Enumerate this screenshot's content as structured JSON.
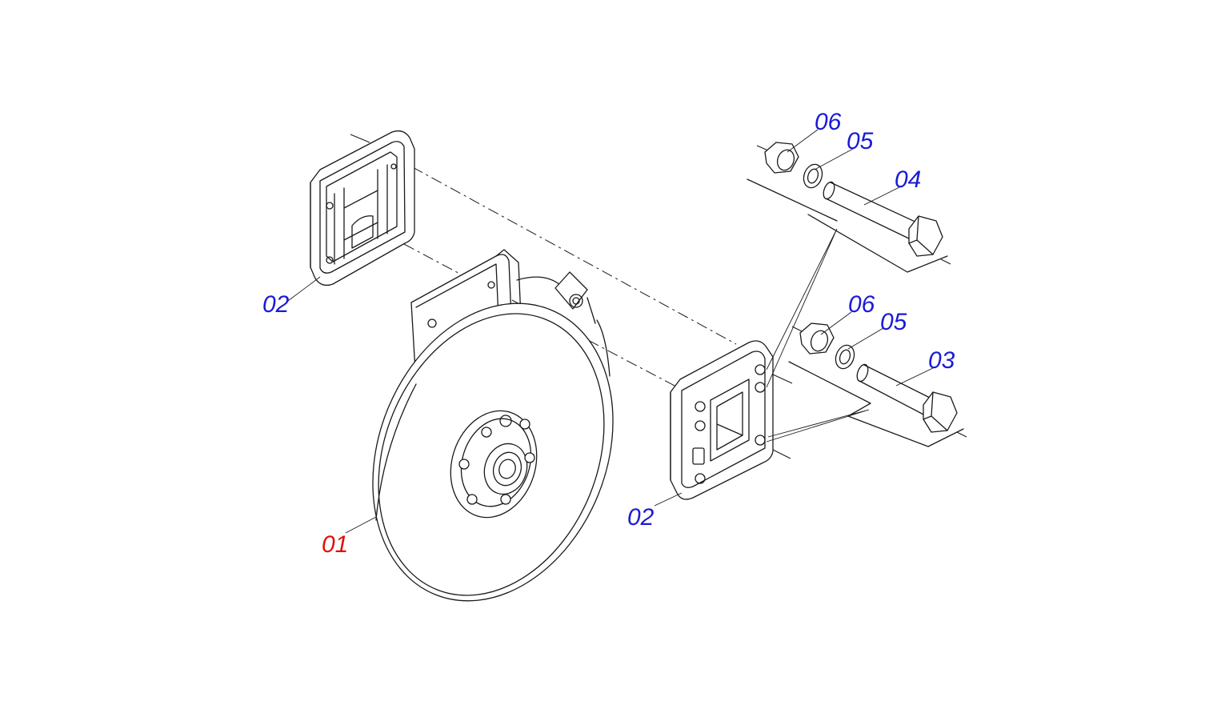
{
  "colors": {
    "callout_default": "#1a1ad6",
    "callout_highlight": "#e01010",
    "line": "#1a1a1a",
    "background": "#ffffff"
  },
  "callouts": [
    {
      "id": "c-01",
      "text": "01",
      "color": "#e01010",
      "part": "disc-hub-assembly"
    },
    {
      "id": "c-02a",
      "text": "02",
      "color": "#1a1ad6",
      "part": "mounting-plate-rear"
    },
    {
      "id": "c-02b",
      "text": "02",
      "color": "#1a1ad6",
      "part": "mounting-plate-front"
    },
    {
      "id": "c-03",
      "text": "03",
      "color": "#1a1ad6",
      "part": "bolt-lower"
    },
    {
      "id": "c-04",
      "text": "04",
      "color": "#1a1ad6",
      "part": "bolt-upper"
    },
    {
      "id": "c-05a",
      "text": "05",
      "color": "#1a1ad6",
      "part": "washer-upper"
    },
    {
      "id": "c-05b",
      "text": "05",
      "color": "#1a1ad6",
      "part": "washer-lower"
    },
    {
      "id": "c-06a",
      "text": "06",
      "color": "#1a1ad6",
      "part": "nut-upper"
    },
    {
      "id": "c-06b",
      "text": "06",
      "color": "#1a1ad6",
      "part": "nut-lower"
    }
  ]
}
